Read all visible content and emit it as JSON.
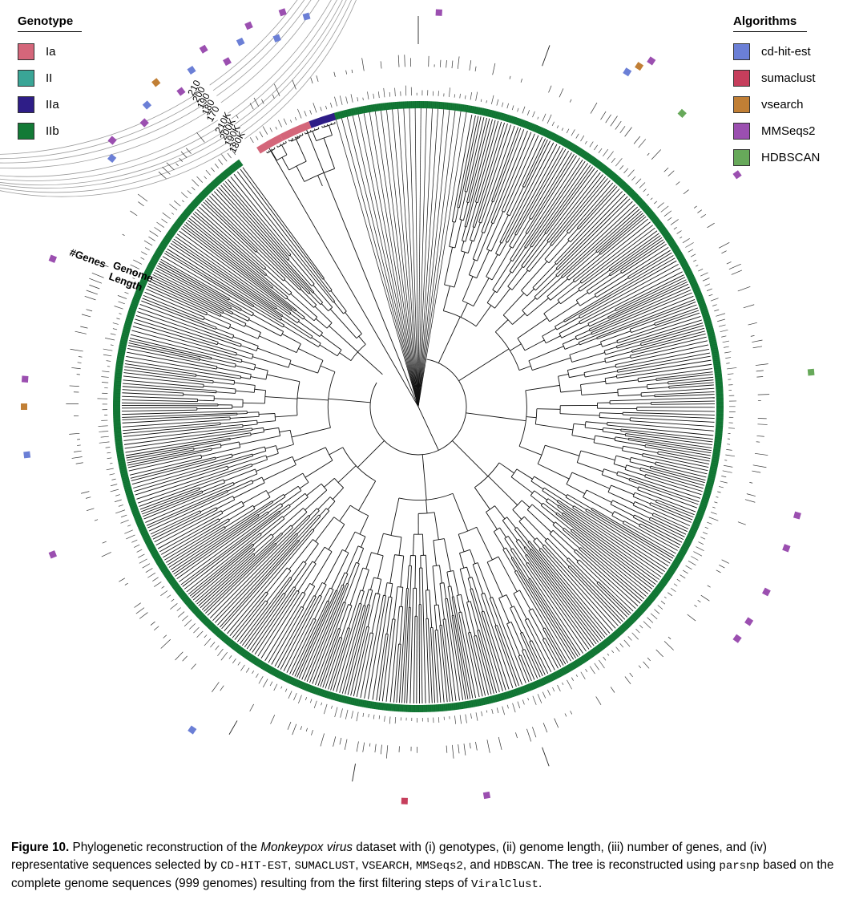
{
  "legends": {
    "genotype": {
      "title": "Genotype",
      "items": [
        {
          "label": "Ia",
          "color": "#d4667a"
        },
        {
          "label": "II",
          "color": "#3aa596"
        },
        {
          "label": "IIa",
          "color": "#2e1d87"
        },
        {
          "label": "IIb",
          "color": "#137a36"
        }
      ]
    },
    "algorithms": {
      "title": "Algorithms",
      "items": [
        {
          "label": "cd-hit-est",
          "color": "#6b7fd6"
        },
        {
          "label": "sumaclust",
          "color": "#c63e5c"
        },
        {
          "label": "vsearch",
          "color": "#c17f35"
        },
        {
          "label": "MMSeqs2",
          "color": "#9b4fb0"
        },
        {
          "label": "HDBSCAN",
          "color": "#67a95a"
        }
      ]
    }
  },
  "ring_labels": {
    "genes_title": "#Genes",
    "genome_title_1": "Genome",
    "genome_title_2": "Length",
    "genes_ticks": [
      "210",
      "200",
      "190",
      "180",
      "170"
    ],
    "genome_ticks": [
      "210K",
      "200K",
      "190K",
      "180K"
    ]
  },
  "caption": {
    "fig_label": "Figure 10.",
    "t1": " Phylogenetic reconstruction of the ",
    "virus": "Monkeypox virus",
    "t2": " dataset with (i) genotypes, (ii) genome length, (iii) number of genes, and (iv) representative sequences selected by ",
    "tool1": "CD-HIT-EST",
    "sep1": ", ",
    "tool2": "SUMACLUST",
    "sep2": ", ",
    "tool3": "VSEARCH",
    "sep3": ", ",
    "tool4": "MMSeqs2",
    "sep4": ", and ",
    "tool5": "HDBSCAN",
    "t3": ". The tree is reconstructed using ",
    "tool6": "parsnp",
    "t4": " based on the complete genome sequences (999 genomes) resulting from the first filtering steps of ",
    "tool7": "ViralClust",
    "t5": "."
  },
  "markers": [
    {
      "angle": 3,
      "ring": 0,
      "alg": "MMSeqs2"
    },
    {
      "angle": 32,
      "ring": 0,
      "alg": "cd-hit-est"
    },
    {
      "angle": 33,
      "ring": 1,
      "alg": "vsearch"
    },
    {
      "angle": 34,
      "ring": 2,
      "alg": "MMSeqs2"
    },
    {
      "angle": 42,
      "ring": 0,
      "alg": "HDBSCAN"
    },
    {
      "angle": 54,
      "ring": 0,
      "alg": "MMSeqs2"
    },
    {
      "angle": 85,
      "ring": 0,
      "alg": "HDBSCAN"
    },
    {
      "angle": 106,
      "ring": 0,
      "alg": "MMSeqs2"
    },
    {
      "angle": 111,
      "ring": 0,
      "alg": "MMSeqs2"
    },
    {
      "angle": 118,
      "ring": 0,
      "alg": "MMSeqs2"
    },
    {
      "angle": 123,
      "ring": 0,
      "alg": "MMSeqs2"
    },
    {
      "angle": 126,
      "ring": 0,
      "alg": "MMSeqs2"
    },
    {
      "angle": 170,
      "ring": 0,
      "alg": "MMSeqs2"
    },
    {
      "angle": 182,
      "ring": 0,
      "alg": "sumaclust"
    },
    {
      "angle": 215,
      "ring": 0,
      "alg": "cd-hit-est"
    },
    {
      "angle": 248,
      "ring": 0,
      "alg": "MMSeqs2"
    },
    {
      "angle": 263,
      "ring": 0,
      "alg": "cd-hit-est"
    },
    {
      "angle": 270,
      "ring": 0,
      "alg": "vsearch"
    },
    {
      "angle": 274,
      "ring": 0,
      "alg": "MMSeqs2"
    },
    {
      "angle": 292,
      "ring": 0,
      "alg": "MMSeqs2"
    },
    {
      "angle": 309,
      "ring": 0,
      "alg": "cd-hit-est"
    },
    {
      "angle": 311,
      "ring": 1,
      "alg": "MMSeqs2"
    },
    {
      "angle": 316,
      "ring": 0,
      "alg": "MMSeqs2"
    },
    {
      "angle": 318,
      "ring": 1,
      "alg": "cd-hit-est"
    },
    {
      "angle": 321,
      "ring": 2,
      "alg": "vsearch"
    },
    {
      "angle": 323,
      "ring": 0,
      "alg": "MMSeqs2"
    },
    {
      "angle": 326,
      "ring": 1,
      "alg": "cd-hit-est"
    },
    {
      "angle": 329,
      "ring": 2,
      "alg": "MMSeqs2"
    },
    {
      "angle": 331,
      "ring": 0,
      "alg": "MMSeqs2"
    },
    {
      "angle": 334,
      "ring": 1,
      "alg": "cd-hit-est"
    },
    {
      "angle": 336,
      "ring": 2,
      "alg": "MMSeqs2"
    },
    {
      "angle": 339,
      "ring": 0,
      "alg": "cd-hit-est"
    },
    {
      "angle": 341,
      "ring": 2,
      "alg": "MMSeqs2"
    },
    {
      "angle": 344,
      "ring": 1,
      "alg": "cd-hit-est"
    }
  ]
}
